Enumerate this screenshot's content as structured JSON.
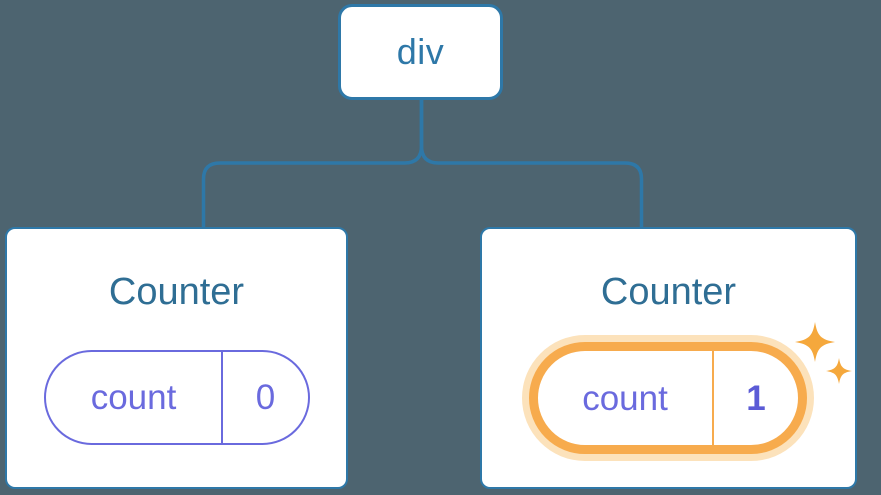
{
  "diagram": {
    "root": {
      "label": "div"
    },
    "cards": [
      {
        "title": "Counter",
        "state_key": "count",
        "state_value": "0",
        "highlighted": false
      },
      {
        "title": "Counter",
        "state_key": "count",
        "state_value": "1",
        "highlighted": true
      }
    ],
    "colors": {
      "background": "#4D6470",
      "tree_blue": "#2E78A8",
      "title_blue": "#2F6E94",
      "state_purple": "#6A6ADE",
      "value_purple": "#5B5BD6",
      "highlight_orange": "#F7AB4D",
      "highlight_glow": "#FCE2BB",
      "sparkle_orange": "#F5A83C"
    }
  }
}
